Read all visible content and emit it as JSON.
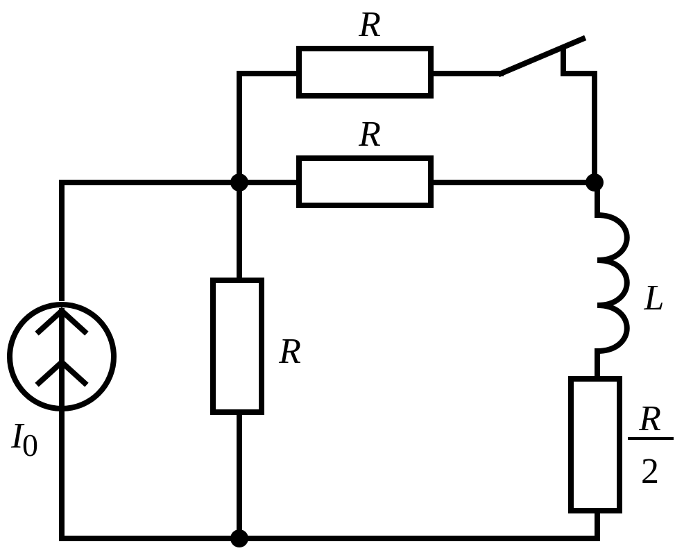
{
  "labels": {
    "r_top": "R",
    "r_mid": "R",
    "r_vertical": "R",
    "inductor": "L",
    "source_symbol": "I",
    "source_subscript": "0",
    "half_r_numerator": "R",
    "half_r_denominator": "2"
  },
  "colors": {
    "stroke": "#000000",
    "background": "#ffffff"
  },
  "components": {
    "current_source": "current-source-icon",
    "switch": "open-switch-icon",
    "inductor": "inductor-coil-icon"
  }
}
